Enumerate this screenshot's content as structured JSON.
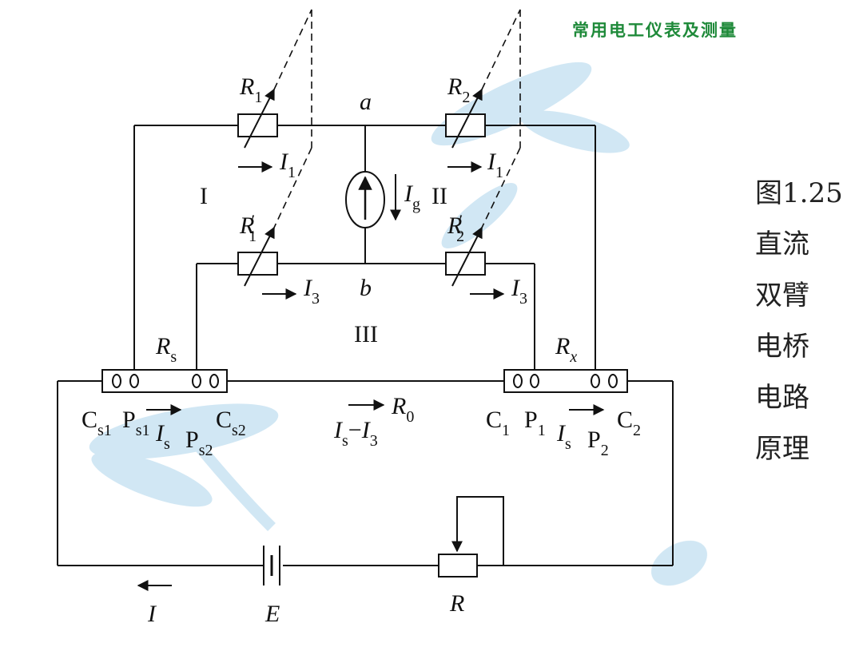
{
  "header": {
    "title": "常用电工仪表及测量"
  },
  "caption": {
    "figure_number": "图1.25",
    "lines": [
      "直流",
      "双臂",
      "电桥",
      "电路",
      "原理"
    ]
  },
  "labels": {
    "R1": {
      "main": "R",
      "sub": "1"
    },
    "R2": {
      "main": "R",
      "sub": "2"
    },
    "R1p": {
      "main": "R",
      "sub": "1",
      "prime": "′"
    },
    "R2p": {
      "main": "R",
      "sub": "2",
      "prime": "′"
    },
    "a": "a",
    "b": "b",
    "I1": {
      "main": "I",
      "sub": "1"
    },
    "I3": {
      "main": "I",
      "sub": "3"
    },
    "Ig": {
      "main": "I",
      "sub": "g"
    },
    "loop_I": "I",
    "loop_II": "II",
    "loop_III": "III",
    "Rs": {
      "main": "R",
      "sub": "s"
    },
    "Rx": {
      "main": "R",
      "sub": "x"
    },
    "Cs1": {
      "main": "C",
      "sub": "s1"
    },
    "Ps1": {
      "main": "P",
      "sub": "s1"
    },
    "Ps2": {
      "main": "P",
      "sub": "s2"
    },
    "Cs2": {
      "main": "C",
      "sub": "s2"
    },
    "Is": {
      "main": "I",
      "sub": "s"
    },
    "C1": {
      "main": "C",
      "sub": "1"
    },
    "P1": {
      "main": "P",
      "sub": "1"
    },
    "P2": {
      "main": "P",
      "sub": "2"
    },
    "C2": {
      "main": "C",
      "sub": "2"
    },
    "R0": {
      "main": "R",
      "sub": "0"
    },
    "IsI3": {
      "a": "I",
      "as": "s",
      "dash": "−",
      "b": "I",
      "bs": "3"
    },
    "I": "I",
    "E": "E",
    "R": "R"
  },
  "colors": {
    "title": "#1f8a3a",
    "watermark": "#c9e3f2",
    "line": "#111111"
  }
}
